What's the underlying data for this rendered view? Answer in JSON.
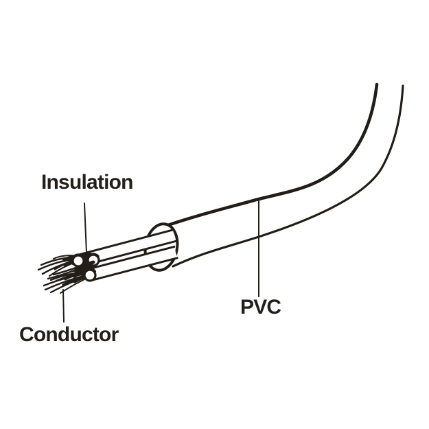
{
  "page": {
    "background_color": "#ffffff",
    "ink_color": "#231d17"
  },
  "diagram": {
    "subject": "stripped-cable-end-anatomy",
    "labels": {
      "insulation": "Insulation",
      "conductor": "Conductor",
      "pvc": "PVC"
    }
  }
}
